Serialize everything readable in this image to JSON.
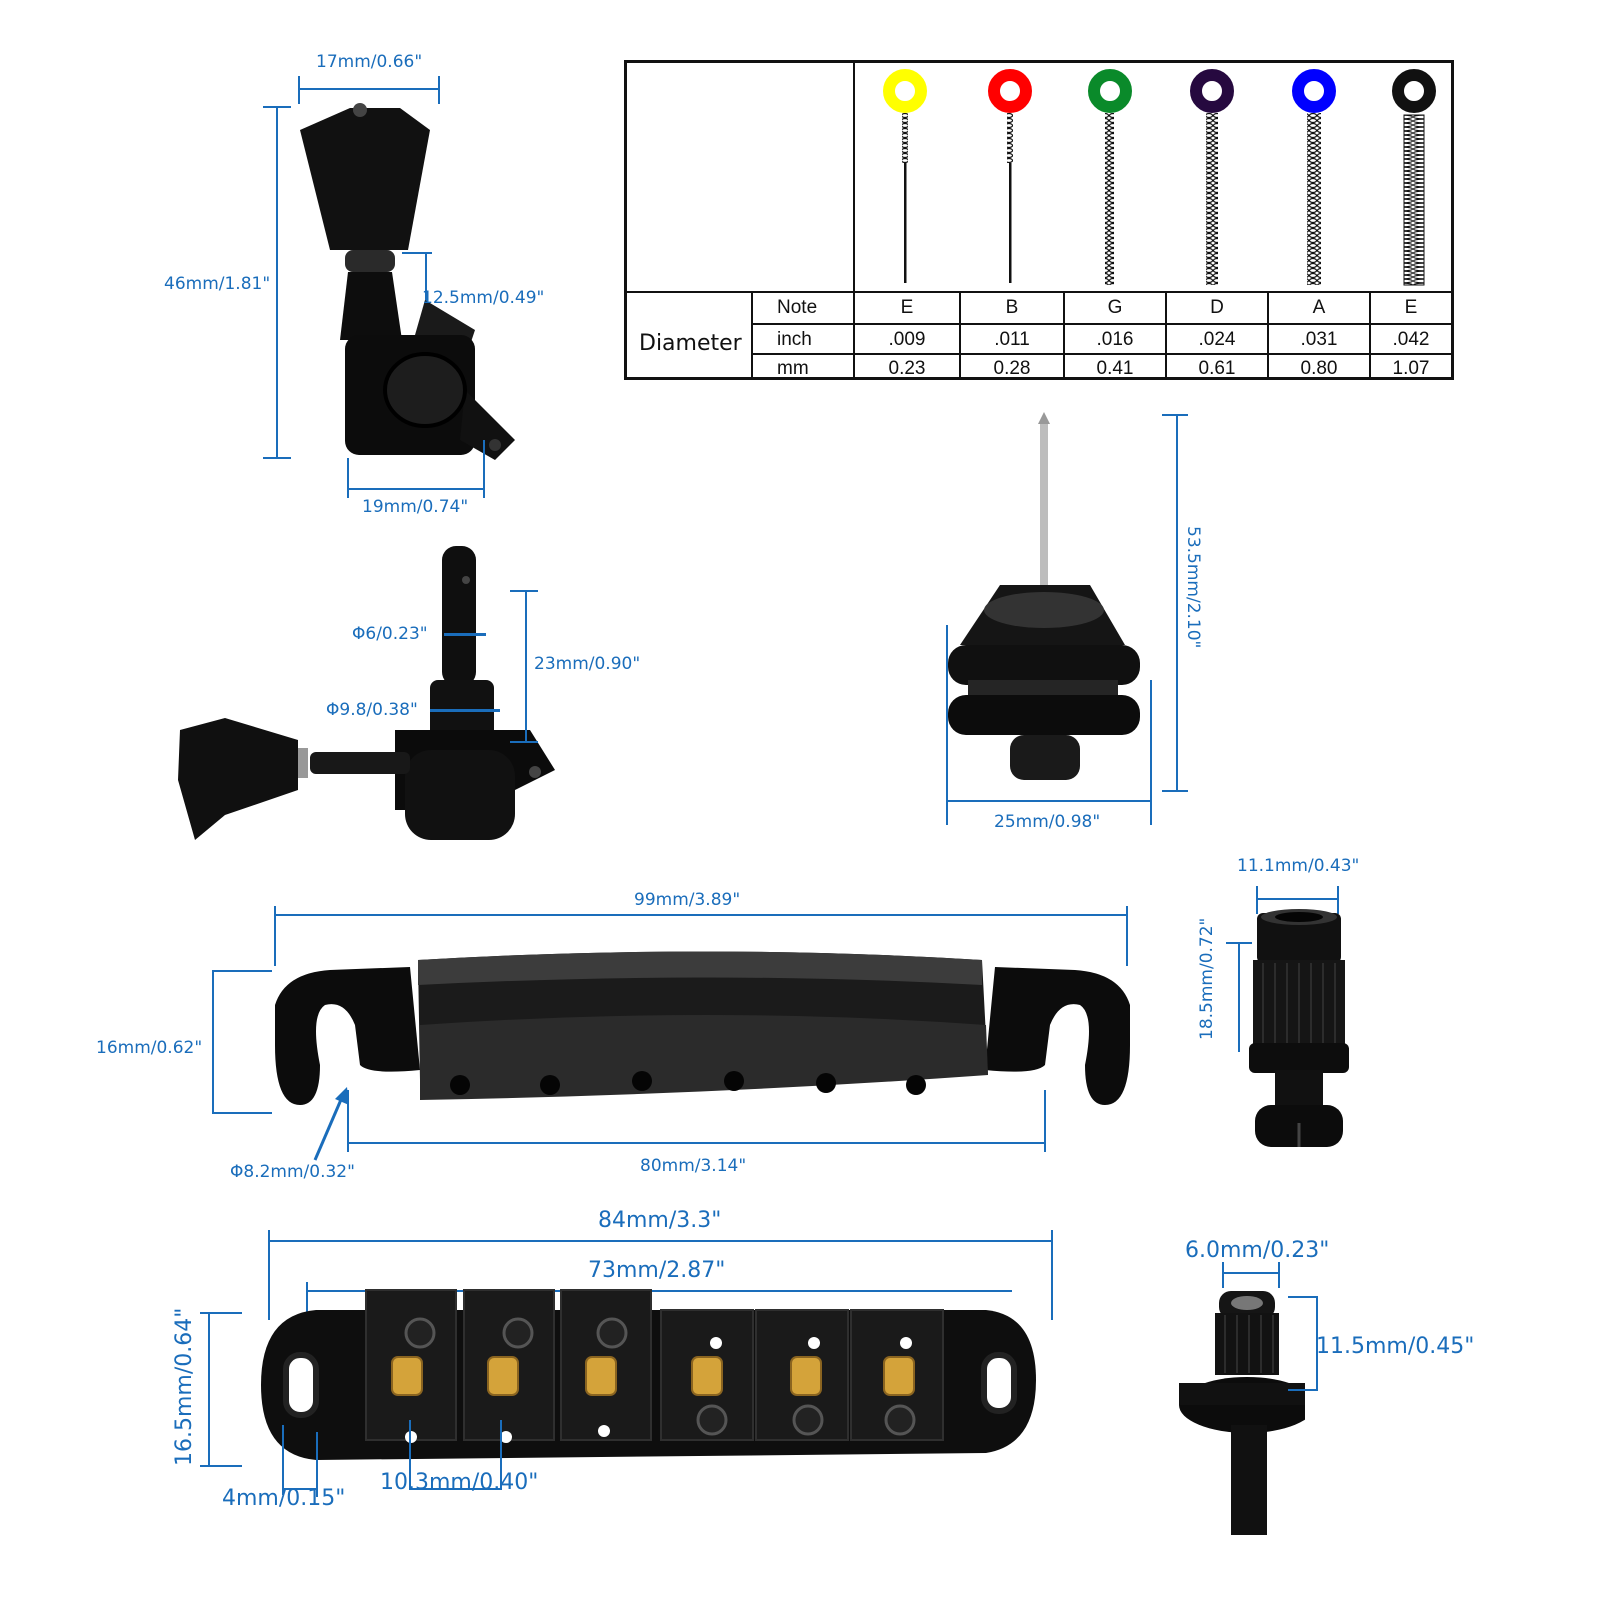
{
  "string_table": {
    "row_group_label": "Diameter",
    "row_labels": [
      "Note",
      "inch",
      "mm"
    ],
    "strings": [
      {
        "note": "E",
        "inch": ".009",
        "mm": "0.23",
        "ring_color": "#ffff00",
        "winding": "plain"
      },
      {
        "note": "B",
        "inch": ".011",
        "mm": "0.28",
        "ring_color": "#ff0000",
        "winding": "plain"
      },
      {
        "note": "G",
        "inch": ".016",
        "mm": "0.41",
        "ring_color": "#0a8a2a",
        "winding": "wound"
      },
      {
        "note": "D",
        "inch": ".024",
        "mm": "0.61",
        "ring_color": "#26093f",
        "winding": "wound"
      },
      {
        "note": "A",
        "inch": ".031",
        "mm": "0.80",
        "ring_color": "#0000ff",
        "winding": "wound"
      },
      {
        "note": "E",
        "inch": ".042",
        "mm": "1.07",
        "ring_color": "#111111",
        "winding": "wound"
      }
    ]
  },
  "tuner_front": {
    "width_top": "17mm/0.66\"",
    "height": "46mm/1.81\"",
    "post_height": "12.5mm/0.49\"",
    "width_bottom": "19mm/0.74\""
  },
  "tuner_side": {
    "post_diameter": "Φ6/0.23\"",
    "bushing_diameter": "Φ9.8/0.38\"",
    "post_height": "23mm/0.90\""
  },
  "strap_button": {
    "height": "53.5mm/2.10\"",
    "width": "25mm/0.98\""
  },
  "tailpiece": {
    "length": "99mm/3.89\"",
    "height": "16mm/0.62\"",
    "stud_spacing": "80mm/3.14\"",
    "hook_diameter": "Φ8.2mm/0.32\""
  },
  "stud_anchor": {
    "diameter": "11.1mm/0.43\"",
    "height": "18.5mm/0.72\""
  },
  "bridge": {
    "length": "84mm/3.3\"",
    "stud_spacing": "73mm/2.87\"",
    "height": "16.5mm/0.64\"",
    "saddle_spacing": "10.3mm/0.40\"",
    "slot_width": "4mm/0.15\""
  },
  "bridge_post": {
    "diameter": "6.0mm/0.23\"",
    "height": "11.5mm/0.45\""
  },
  "colors": {
    "dimension_blue": "#1a6dbb",
    "hardware_black": "#111111",
    "saddle_brass": "#d4a33a"
  }
}
